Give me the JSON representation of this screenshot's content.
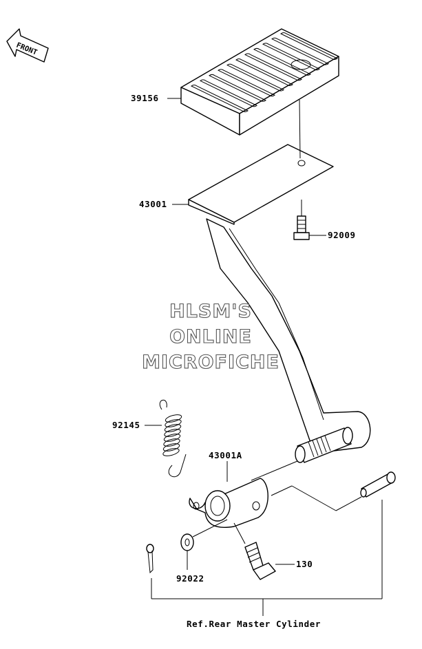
{
  "front_badge": {
    "text": "FRONT"
  },
  "watermark": {
    "line1": "HLSM'S",
    "line2": "ONLINE",
    "line3": "MICROFICHE"
  },
  "callouts": {
    "pedal_pad": "39156",
    "pedal": "43001",
    "bolt_top": "92009",
    "spring": "92145",
    "lever": "43001A",
    "washer": "92022",
    "bolt_bottom": "130"
  },
  "reference": {
    "text": "Ref.Rear Master Cylinder"
  }
}
